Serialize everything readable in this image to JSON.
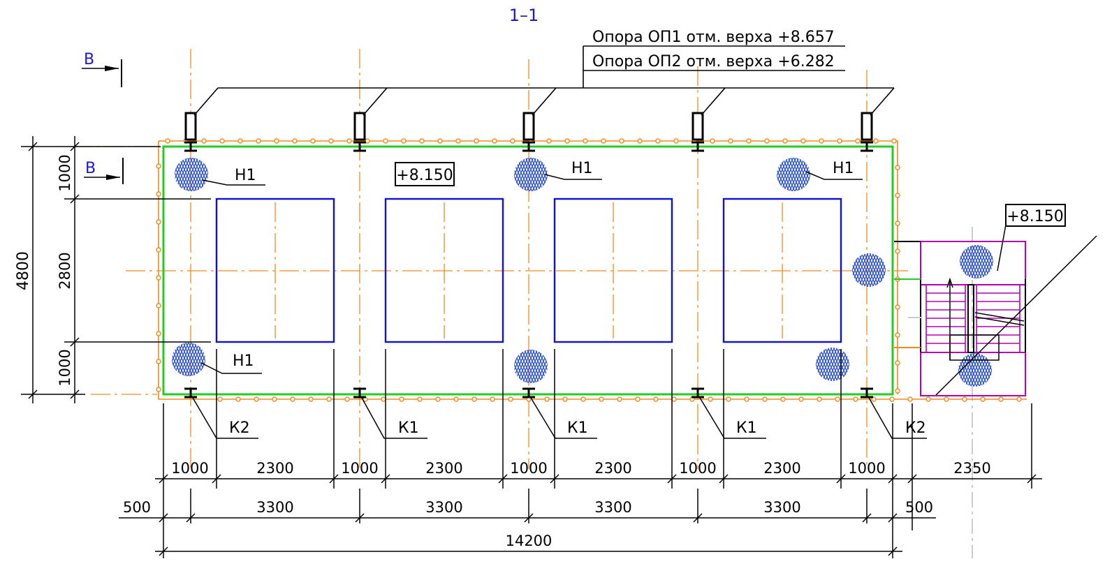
{
  "drawing": {
    "section_title": "1–1",
    "view_marker": "В",
    "leader_labels": [
      "Опора ОП1 отм. верха +8.657",
      "Опора ОП2 отм. верха +6.282"
    ],
    "elevation_main": "+8.150",
    "elevation_stair": "+8.150",
    "heater_label": "Н1",
    "column_labels": [
      "К2",
      "К1",
      "К1",
      "К1",
      "К2"
    ]
  },
  "dimensions": {
    "row1": [
      "1000",
      "2300",
      "1000",
      "2300",
      "1000",
      "2300",
      "1000",
      "2300",
      "1000",
      "2350"
    ],
    "row2": [
      "500",
      "3300",
      "3300",
      "3300",
      "3300",
      "500"
    ],
    "overall": "14200",
    "vertical_outer": "4800",
    "vertical_inner": [
      "1000",
      "2800",
      "1000"
    ]
  },
  "colors": {
    "axis": "#f08a1c",
    "outline": "#22cc22",
    "opening": "#1010dd",
    "heater": "#2a4fd0",
    "stair": "#b400b4",
    "label_blue": "#1a1acc"
  }
}
